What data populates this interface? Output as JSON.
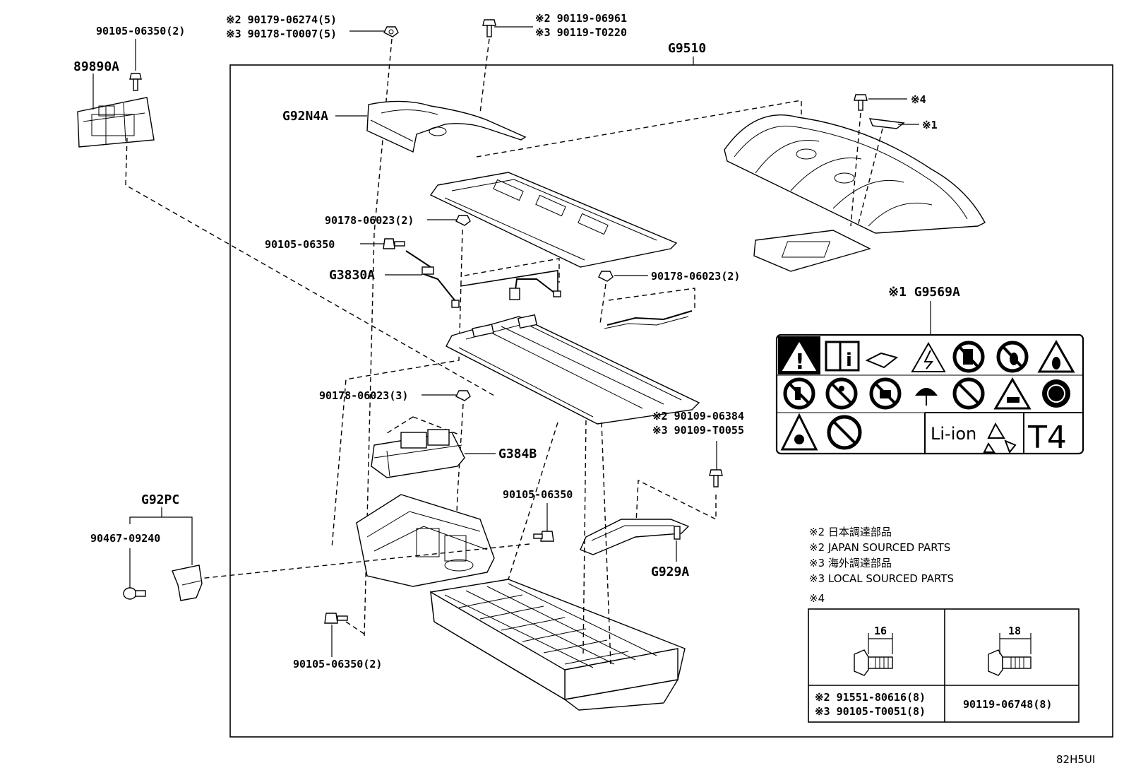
{
  "group_code": "G9510",
  "diagram_id": "82H5UI",
  "labels": {
    "l1": "90105-06350(2)",
    "l2": "89890A",
    "l3a": "※2 90179-06274(5)",
    "l3b": "※3 90178-T0007(5)",
    "l4a": "※2 90119-06961",
    "l4b": "※3 90119-T0220",
    "l5": "G92N4A",
    "l6": "※4",
    "l7": "※1",
    "l8": "90178-06023(2)",
    "l9": "90105-06350",
    "l10": "G3830A",
    "l11": "90178-06023(2)",
    "l12": "90178-06023(3)",
    "l13": "G384B",
    "l14a": "※2 90109-06384",
    "l14b": "※3 90109-T0055",
    "l15": "90105-06350",
    "l16": "G92PC",
    "l17": "90467-09240",
    "l18": "G929A",
    "l19": "90105-06350(2)"
  },
  "label_sheet": {
    "title": "※1 G9569A",
    "li_ion": "Li-ion",
    "t4": "T4"
  },
  "notes": [
    "※2 日本調達部品",
    "※2 JAPAN SOURCED PARTS",
    "※3 海外調達部品",
    "※3 LOCAL SOURCED PARTS"
  ],
  "bolt_table": {
    "title": "※4",
    "left_dim": "16",
    "right_dim": "18",
    "left_pn_a": "※2 91551-80616(8)",
    "left_pn_b": "※3 90105-T0051(8)",
    "right_pn": "90119-06748(8)"
  }
}
